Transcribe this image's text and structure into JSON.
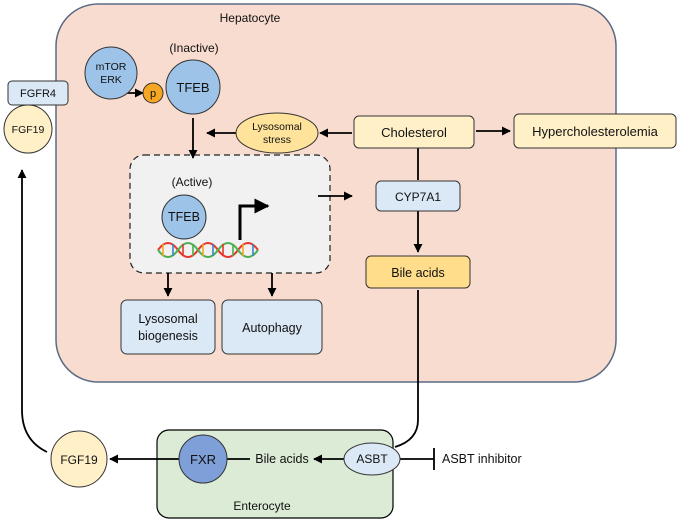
{
  "colors": {
    "hepatocyte_fill": "#f8dccf",
    "hepatocyte_stroke": "#5a6b85",
    "enterocyte_fill": "#dcebd6",
    "blue_circle": "#9ec3e8",
    "dark_blue_circle": "#7f9fd8",
    "yellow_box": "#fff0c8",
    "bile_box": "#ffdd8a",
    "light_blue_box": "#dbe8f5",
    "active_box": "#f1f1f1",
    "phospho": "#f5a623"
  },
  "hepatocyte": {
    "title": "Hepatocyte"
  },
  "enterocyte": {
    "title": "Enterocyte"
  },
  "nodes": {
    "fgfr4": "FGFR4",
    "fgf19_top": "FGF19",
    "fgf19_bottom": "FGF19",
    "mtor_line1": "mTOR",
    "mtor_line2": "ERK",
    "phospho": "p",
    "inactive_label": "(Inactive)",
    "tfeb_inactive": "TFEB",
    "lyso_stress_line1": "Lysosomal",
    "lyso_stress_line2": "stress",
    "cholesterol": "Cholesterol",
    "hypercholesterolemia": "Hypercholesterolemia",
    "active_label": "(Active)",
    "tfeb_active": "TFEB",
    "cyp7a1": "CYP7A1",
    "bile_acids_liver": "Bile acids",
    "lyso_bio_line1": "Lysosomal",
    "lyso_bio_line2": "biogenesis",
    "autophagy": "Autophagy",
    "fxr": "FXR",
    "bile_acids_gut": "Bile acids",
    "asbt": "ASBT",
    "asbt_inhibitor": "ASBT inhibitor"
  }
}
